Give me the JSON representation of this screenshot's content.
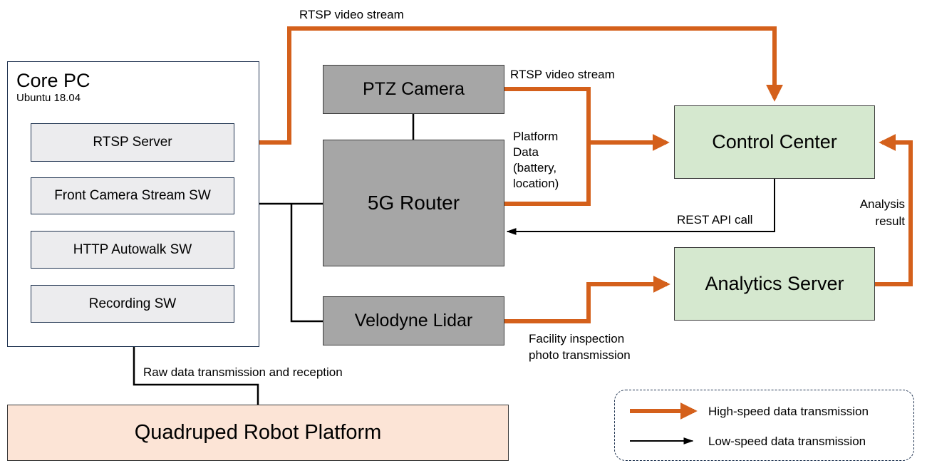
{
  "core_pc": {
    "title": "Core PC",
    "subtitle": "Ubuntu 18.04"
  },
  "software": [
    "RTSP Server",
    "Front Camera Stream SW",
    "HTTP Autowalk SW",
    "Recording SW"
  ],
  "devices": {
    "ptz_camera": "PTZ Camera",
    "router": "5G Router",
    "lidar": "Velodyne Lidar"
  },
  "servers": {
    "control_center": "Control Center",
    "analytics_server": "Analytics Server"
  },
  "robot_platform": "Quadruped Robot Platform",
  "edge_labels": {
    "rtsp_top": "RTSP video stream",
    "rtsp_ptz": "RTSP video stream",
    "platform_data": [
      "Platform",
      "Data",
      "(battery,",
      "location)"
    ],
    "rest_api": "REST API call",
    "analysis_result": [
      "Analysis",
      "result"
    ],
    "facility_photo": [
      "Facility inspection",
      "photo transmission"
    ],
    "raw_data": "Raw data transmission and reception"
  },
  "legend": {
    "high_speed": "High-speed data transmission",
    "low_speed": "Low-speed data transmission"
  },
  "colors": {
    "high_speed": "#d4601b",
    "low_speed": "#000000",
    "device_fill": "#a6a6a6",
    "server_fill": "#d5e8cf",
    "robot_fill": "#fce4d6",
    "software_fill": "#ececee"
  }
}
